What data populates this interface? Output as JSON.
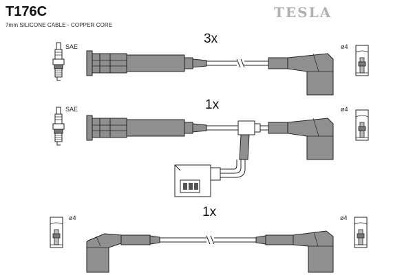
{
  "header": {
    "part_code": "T176C",
    "subtitle": "7mm SILICONE CABLE - COPPER CORE",
    "brand": "TESLA"
  },
  "rows": [
    {
      "quantity": "3x",
      "left_label": "SAE",
      "right_label": "ø4"
    },
    {
      "quantity": "1x",
      "left_label": "SAE",
      "right_label": "ø4"
    },
    {
      "quantity": "1x",
      "left_label": "ø4",
      "right_label": "ø4"
    }
  ],
  "colors": {
    "line": "#222222",
    "fill": "#8f8f8f",
    "brand": "#b0b0b0"
  }
}
